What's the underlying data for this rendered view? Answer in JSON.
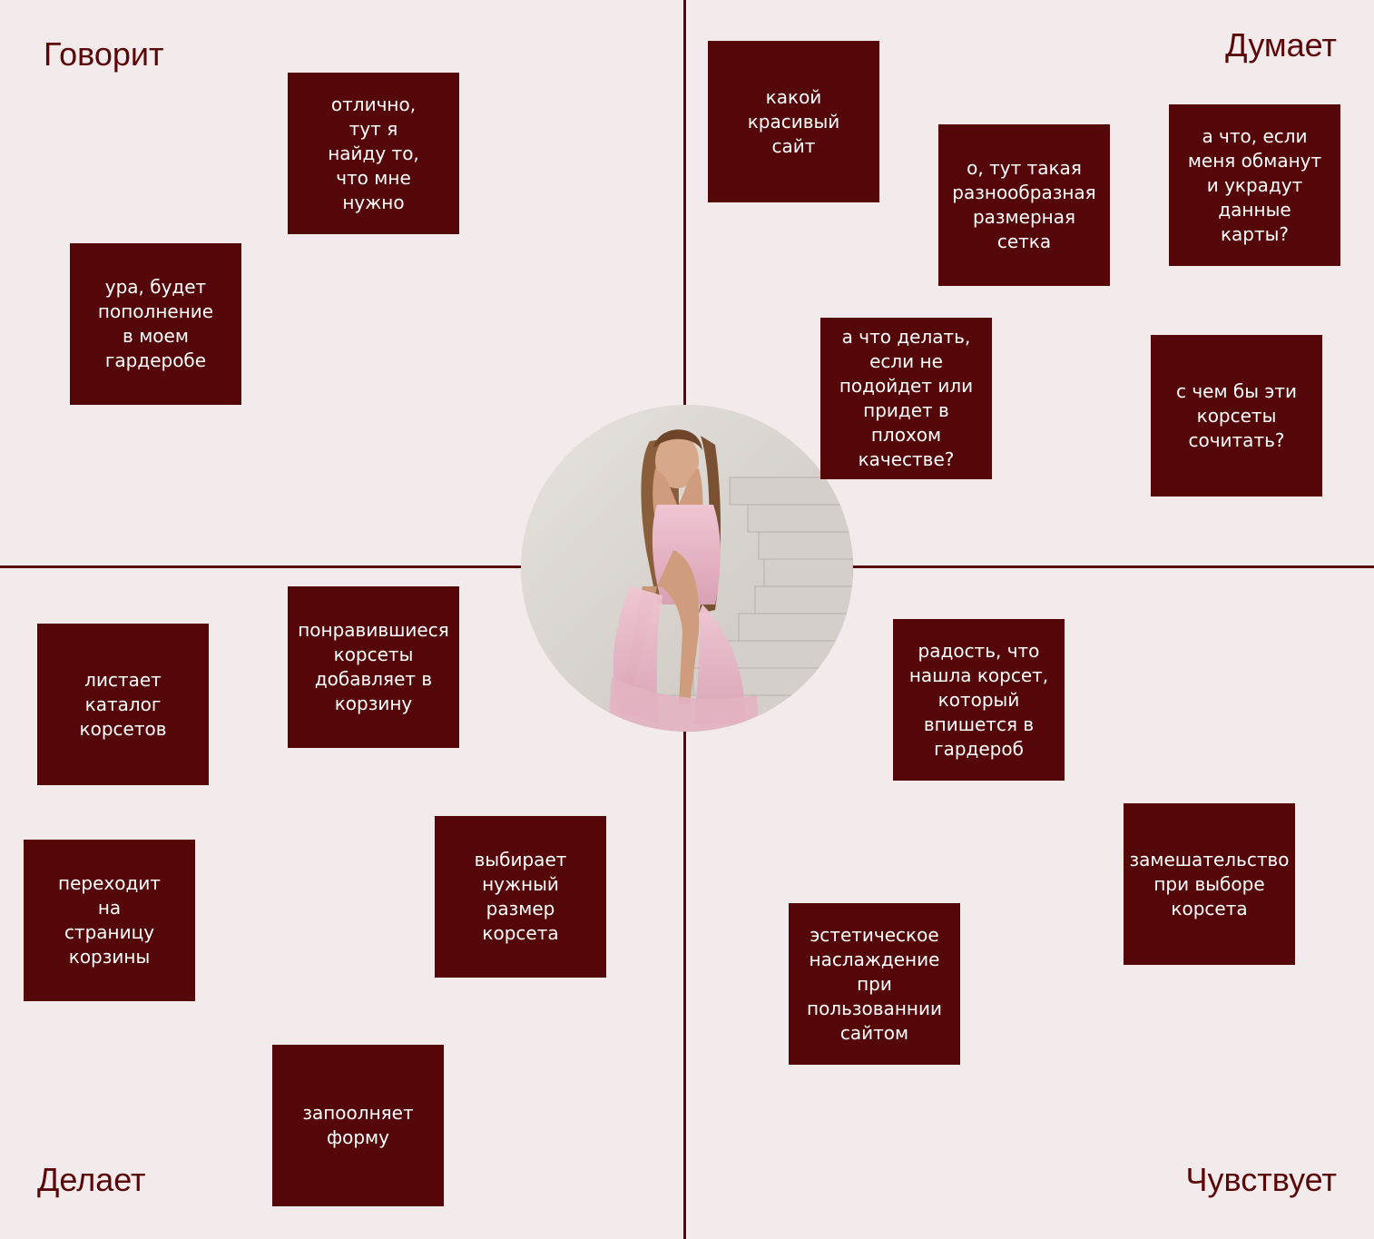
{
  "quadrants": {
    "says": {
      "title": "Говорит",
      "notes": [
        "отлично,\nтут я\nнайду то,\nчто мне\nнужно",
        "ура, будет\nпополнение\nв моем\nгардеробе"
      ]
    },
    "thinks": {
      "title": "Думает",
      "notes": [
        "какой\nкрасивый\nсайт",
        "о, тут такая\nразнообразная\nразмерная\nсетка",
        "а что, если\nменя обманут\nи украдут\nданные\nкарты?",
        "а что делать,\nесли не\nподойдет или\nпридет в\nплохом\nкачестве?",
        "с чем бы эти\nкорсеты\nсочитать?"
      ]
    },
    "does": {
      "title": "Делает",
      "notes": [
        "понравившиеся\nкорсеты\nдобавляет в\nкорзину",
        "листает\nкаталог\nкорсетов",
        "выбирает\nнужный\nразмер\nкорсета",
        "переходит\nна\nстраницу\nкорзины",
        "запоолняет\nформу"
      ]
    },
    "feels": {
      "title": "Чувствует",
      "notes": [
        "радость, что\nнашла корсет,\nкоторый\nвпишется в\nгардероб",
        "замешательство\nпри выборе\nкорсета",
        "эстетическое\nнаслаждение\nпри\nпользованнии\nсайтом"
      ]
    }
  },
  "colors": {
    "background": "#f2eaeb",
    "accent": "#5a0709",
    "note_bg": "#550608",
    "note_text": "#ffffff"
  }
}
